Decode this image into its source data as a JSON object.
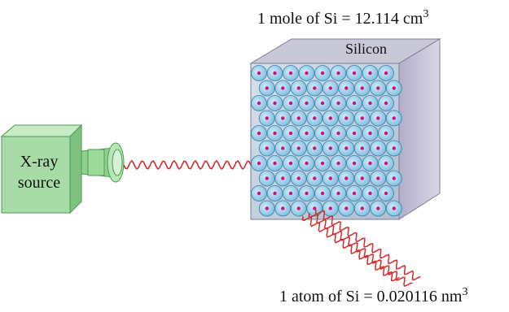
{
  "labels": {
    "mole": "1 mole of Si = 12.114 cm",
    "mole_sup": "3",
    "atom": "1 atom of Si = 0.020116 nm",
    "atom_sup": "3",
    "silicon": "Silicon",
    "xray_line1": "X-ray",
    "xray_line2": "source"
  },
  "colors": {
    "camera_front": "#9fd8a0",
    "camera_top": "#c3e8c2",
    "camera_side": "#7cc27e",
    "camera_stroke": "#4c9a53",
    "block_front": "#b9c8d8",
    "block_top": "#c9c8d6",
    "block_side": "#b7b3cd",
    "atom_fill": "#8ec7e6",
    "atom_stroke": "#3a7fa8",
    "nucleus": "#d0117a",
    "wave": "#d52b2b"
  },
  "atom_grid": {
    "rows": 10,
    "cols": 9
  }
}
